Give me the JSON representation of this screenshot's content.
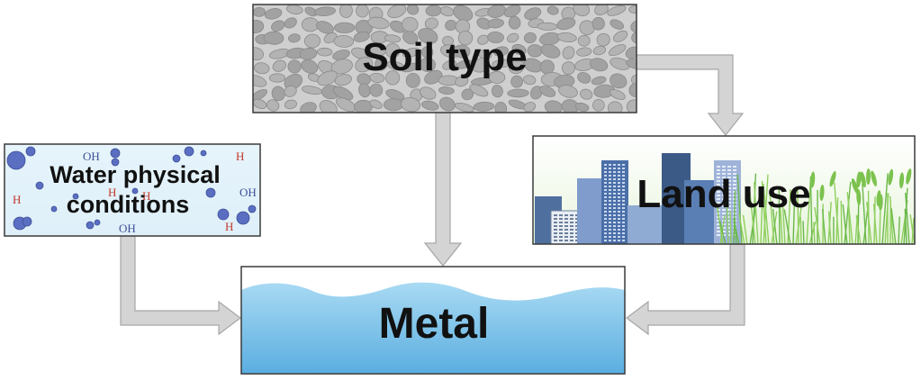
{
  "nodes": {
    "soil": {
      "label": "Soil type"
    },
    "water": {
      "line1": "Water physical",
      "line2": "conditions"
    },
    "land": {
      "label": "Land use"
    },
    "metal": {
      "label": "Metal"
    }
  },
  "edges": [
    {
      "from": "soil",
      "to": "metal"
    },
    {
      "from": "soil",
      "to": "land"
    },
    {
      "from": "water",
      "to": "metal"
    },
    {
      "from": "land",
      "to": "metal"
    }
  ],
  "ion_labels": {
    "hydroxide": "OH",
    "hydrogen": "H"
  },
  "colors": {
    "arrow_fill": "#d4d4d4",
    "arrow_stroke": "#a6a6a6",
    "pebble_bg": "#cfcfcf",
    "pebble": "#9e9e9e",
    "water_top": "#bfe3f5",
    "water_bottom": "#4da6dc",
    "molecule": "#4f63b8",
    "hydrogen_label": "#c0392b",
    "grass": "#6ab84a",
    "building_blue": "#5a7fb5",
    "building_dark": "#3b5a86"
  },
  "icons": [
    "pebble-texture",
    "molecules",
    "city-skyline",
    "grass",
    "water-wave"
  ]
}
